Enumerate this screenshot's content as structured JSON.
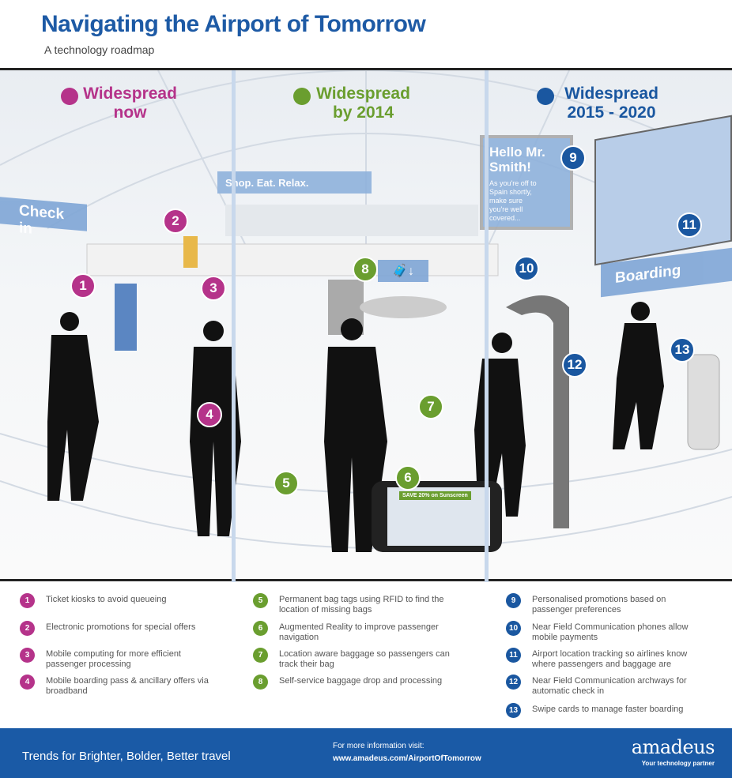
{
  "header": {
    "title": "Navigating the Airport of Tomorrow",
    "subtitle": "A technology roadmap"
  },
  "columns": [
    {
      "line1": "Widespread",
      "line2": "now",
      "color": "#b5338a"
    },
    {
      "line1": "Widespread",
      "line2": "by 2014",
      "color": "#6a9e2f"
    },
    {
      "line1": "Widespread",
      "line2": "2015 - 2020",
      "color": "#1a57a0"
    }
  ],
  "scene": {
    "signs": {
      "checkin": "Check in",
      "shop": "Shop. Eat. Relax.",
      "boarding": "Boarding",
      "billboard_title": "Hello Mr. Smith!",
      "billboard_text": "As you're off to Spain shortly, make sure you're well covered...",
      "phone_promo": "SAVE 20% on Sunscreen"
    },
    "markers": [
      "1",
      "2",
      "3",
      "4",
      "5",
      "6",
      "7",
      "8",
      "9",
      "10",
      "11",
      "12",
      "13"
    ]
  },
  "legend": [
    {
      "n": "1",
      "text": "Ticket kiosks to avoid queueing"
    },
    {
      "n": "2",
      "text": "Electronic promotions  for special offers"
    },
    {
      "n": "3",
      "text": "Mobile computing for more efficient passenger processing"
    },
    {
      "n": "4",
      "text": "Mobile boarding pass & ancillary offers via broadband"
    },
    {
      "n": "5",
      "text": "Permanent bag tags using RFID  to find the location of missing bags"
    },
    {
      "n": "6",
      "text": "Augmented Reality to improve passenger navigation"
    },
    {
      "n": "7",
      "text": "Location aware baggage so passengers can track their bag"
    },
    {
      "n": "8",
      "text": "Self-service baggage drop and processing"
    },
    {
      "n": "9",
      "text": "Personalised promotions based on passenger preferences"
    },
    {
      "n": "10",
      "text": "Near Field Communication phones allow mobile payments"
    },
    {
      "n": "11",
      "text": "Airport location tracking so airlines know where passengers and baggage are"
    },
    {
      "n": "12",
      "text": "Near Field Communication archways for automatic check in"
    },
    {
      "n": "13",
      "text": "Swipe cards to manage faster boarding"
    }
  ],
  "footer": {
    "tagline": "Trends for Brighter, Bolder, Better travel",
    "info_label": "For more information visit:",
    "url": "www.amadeus.com/AirportOfTomorrow",
    "brand": "amadeus",
    "brand_tagline": "Your technology partner"
  }
}
